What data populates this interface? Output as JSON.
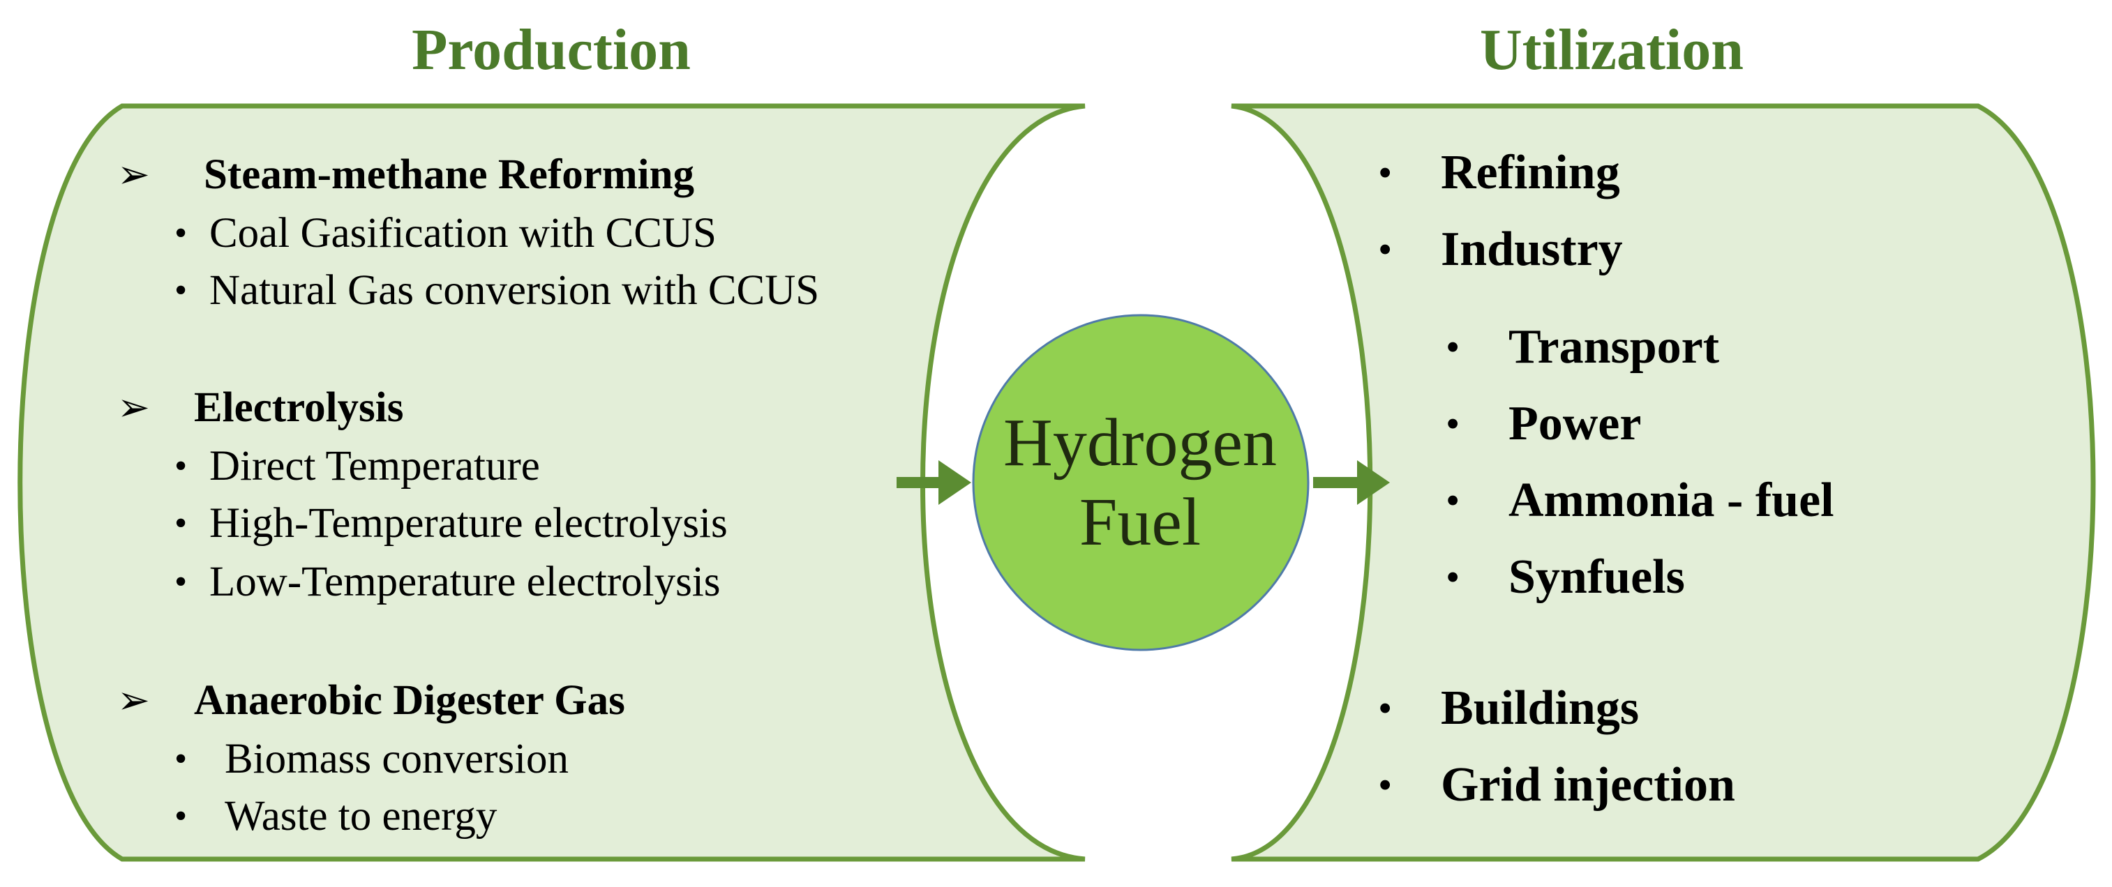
{
  "colors": {
    "panel_fill": "#e3eed8",
    "panel_stroke": "#6a9a3a",
    "heading_text": "#4b7a2a",
    "circle_fill": "#92d050",
    "circle_stroke": "#4f7aa8",
    "arrow": "#5b8c32"
  },
  "production": {
    "heading": "Production",
    "groups": [
      {
        "title": "Steam-methane Reforming",
        "items": [
          "Coal Gasification with CCUS",
          "Natural Gas conversion with CCUS"
        ]
      },
      {
        "title": "Electrolysis",
        "items": [
          "Direct Temperature",
          "High-Temperature electrolysis",
          "Low-Temperature electrolysis"
        ]
      },
      {
        "title": "Anaerobic Digester Gas",
        "items": [
          "Biomass conversion",
          "Waste to energy"
        ]
      }
    ],
    "group_marker": "➢",
    "item_bullet": "•"
  },
  "center": {
    "line1": "Hydrogen",
    "line2": "Fuel"
  },
  "utilization": {
    "heading": "Utilization",
    "items": [
      "Refining",
      "Industry"
    ],
    "sub_items": [
      "Transport",
      "Power",
      "Ammonia - fuel",
      "Synfuels"
    ],
    "bottom_items": [
      "Buildings",
      "Grid injection"
    ],
    "bullet": "•"
  }
}
